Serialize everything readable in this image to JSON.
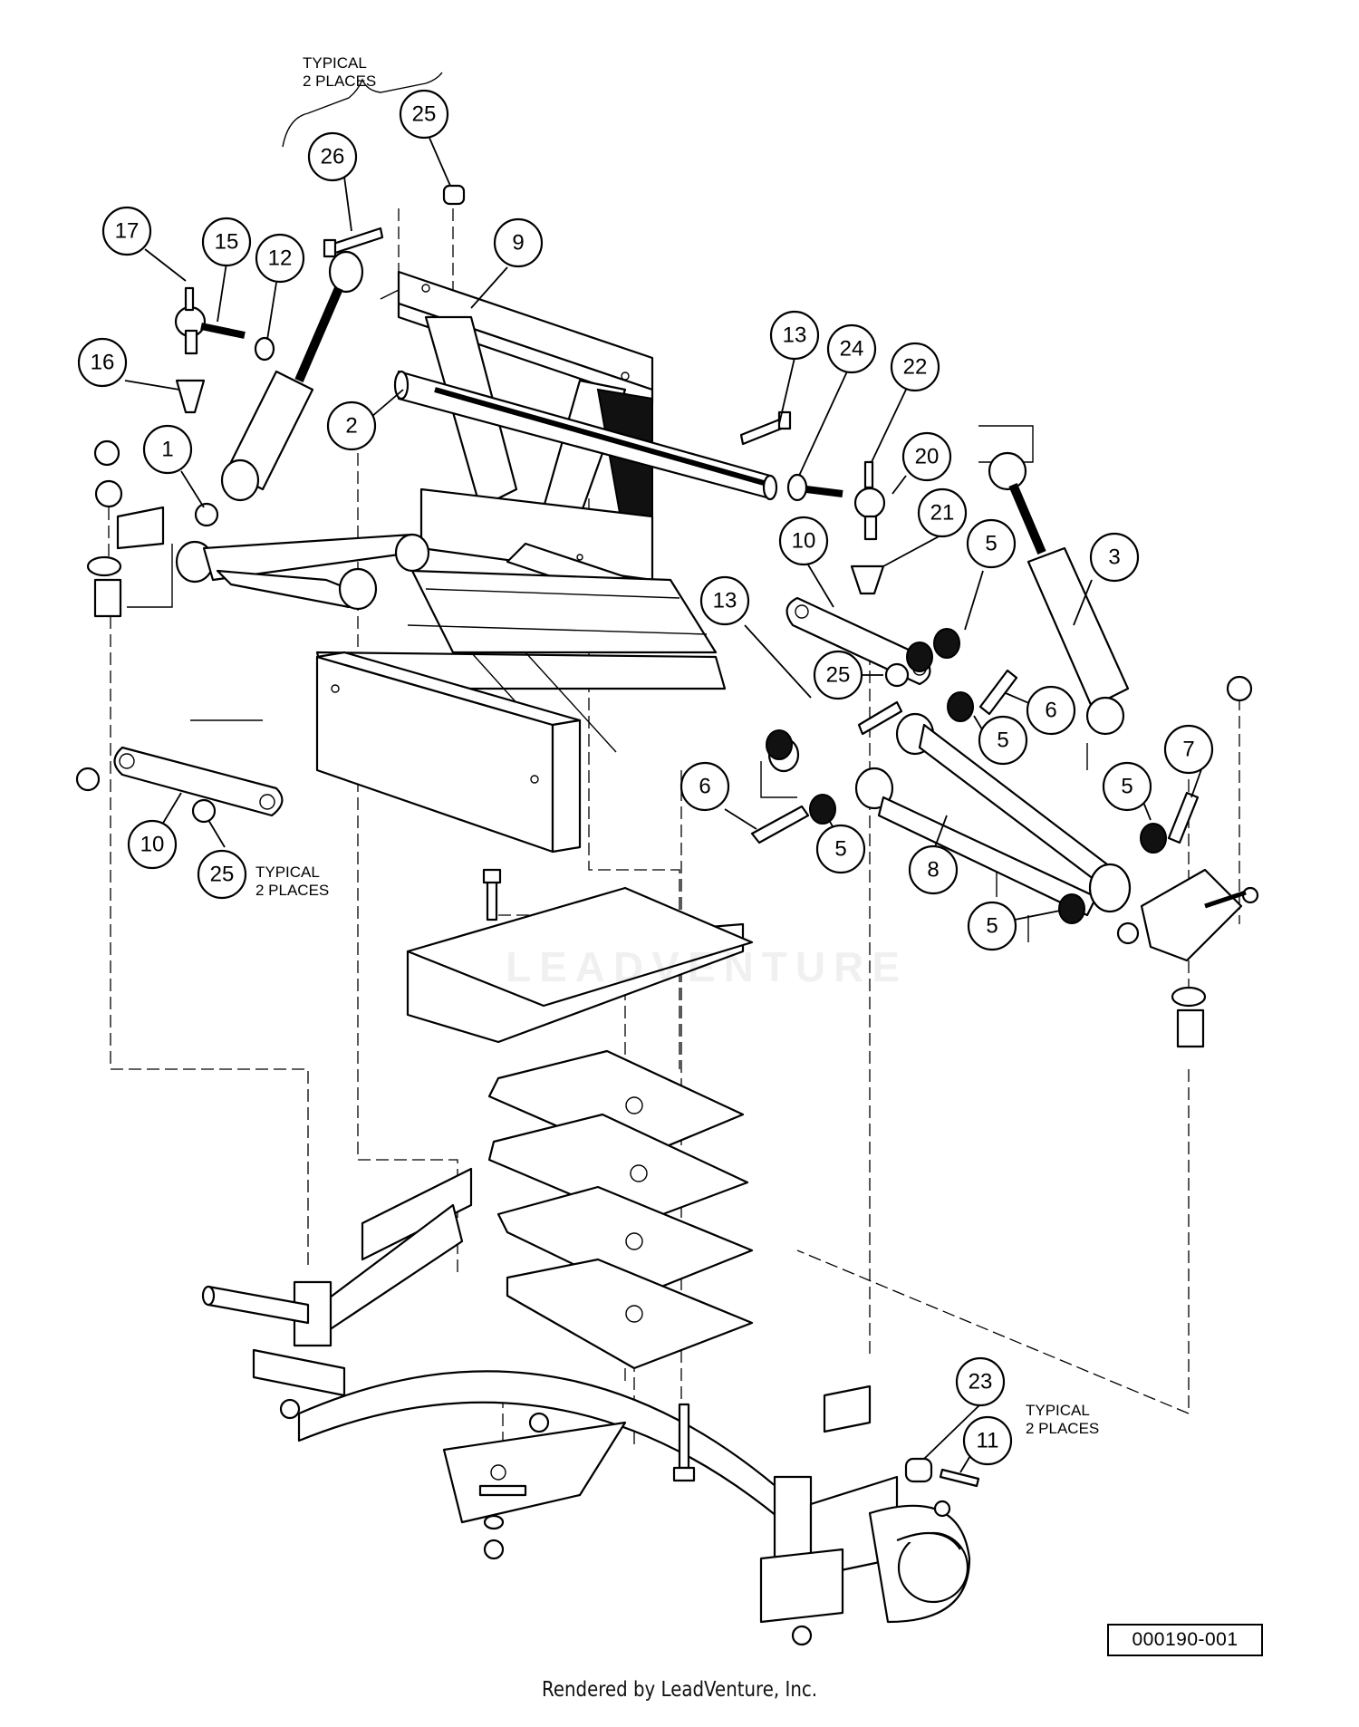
{
  "diagram_code": "000190-001",
  "footer": "Rendered by LeadVenture, Inc.",
  "watermark_text": "LEADVENTURE",
  "notes": {
    "top": [
      "TYPICAL",
      "2 PLACES"
    ],
    "left": [
      "TYPICAL",
      "2 PLACES"
    ],
    "right": [
      "TYPICAL",
      "2 PLACES"
    ]
  },
  "callouts": [
    {
      "id": "c25a",
      "label": "25"
    },
    {
      "id": "c26",
      "label": "26"
    },
    {
      "id": "c17",
      "label": "17"
    },
    {
      "id": "c15",
      "label": "15"
    },
    {
      "id": "c12",
      "label": "12"
    },
    {
      "id": "c9",
      "label": "9"
    },
    {
      "id": "c16",
      "label": "16"
    },
    {
      "id": "c2",
      "label": "2"
    },
    {
      "id": "c1",
      "label": "1"
    },
    {
      "id": "c13a",
      "label": "13"
    },
    {
      "id": "c24",
      "label": "24"
    },
    {
      "id": "c22",
      "label": "22"
    },
    {
      "id": "c20",
      "label": "20"
    },
    {
      "id": "c21",
      "label": "21"
    },
    {
      "id": "c10a",
      "label": "10"
    },
    {
      "id": "c5a",
      "label": "5"
    },
    {
      "id": "c3",
      "label": "3"
    },
    {
      "id": "c13b",
      "label": "13"
    },
    {
      "id": "c25b",
      "label": "25"
    },
    {
      "id": "c6a",
      "label": "6"
    },
    {
      "id": "c5b",
      "label": "5"
    },
    {
      "id": "c7",
      "label": "7"
    },
    {
      "id": "c6b",
      "label": "6"
    },
    {
      "id": "c5c",
      "label": "5"
    },
    {
      "id": "c5d",
      "label": "5"
    },
    {
      "id": "c8",
      "label": "8"
    },
    {
      "id": "c5e",
      "label": "5"
    },
    {
      "id": "c10b",
      "label": "10"
    },
    {
      "id": "c25c",
      "label": "25"
    },
    {
      "id": "c23",
      "label": "23"
    },
    {
      "id": "c11",
      "label": "11"
    }
  ]
}
